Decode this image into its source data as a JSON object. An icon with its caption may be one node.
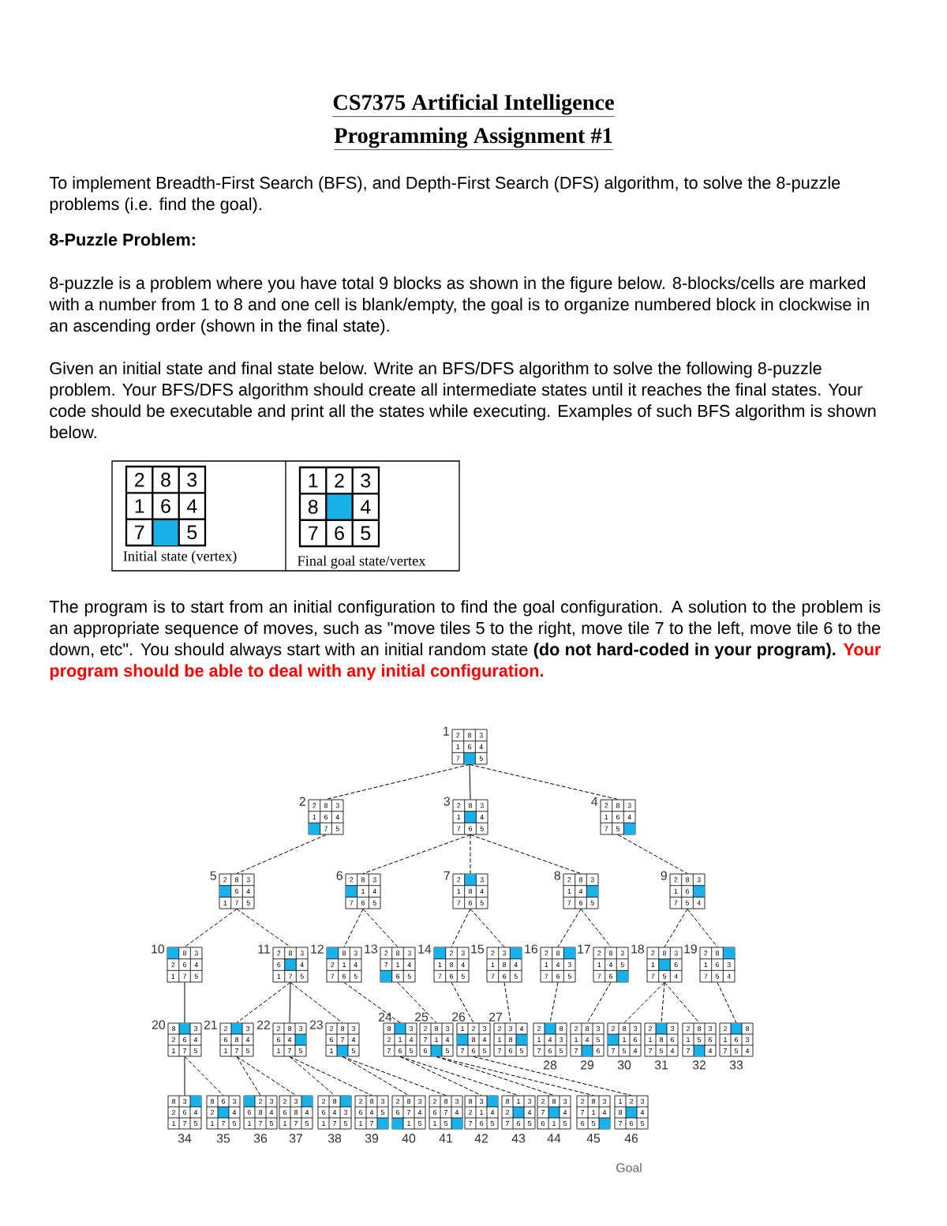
{
  "diagram": {
    "title": "CS7375 Artificial Intelligence",
    "nodes": [
      {
        "text": [
          "2",
          "8",
          "3",
          "1",
          "6",
          "4",
          "7",
          "5"
        ],
        "beside": [
          "Initial state (vertex)"
        ]
      },
      {
        "text": [
          "1",
          "2",
          "3",
          "8",
          "4",
          "7",
          "6",
          "5"
        ],
        "beside": [
          "Final goal state/vertex"
        ]
      },
      {
        "text": [
          "2",
          "8",
          "3",
          "1",
          "6",
          "4",
          "7",
          "5"
        ],
        "beside": [
          "1"
        ]
      },
      {
        "text": [
          "2",
          "8",
          "3",
          "1",
          "6",
          "4",
          "7",
          "5"
        ],
        "beside": [
          "2"
        ]
      },
      {
        "text": [
          "2",
          "8",
          "3",
          "1",
          "4",
          "7",
          "6",
          "5"
        ],
        "beside": [
          "3"
        ]
      },
      {
        "text": [
          "2",
          "8",
          "3",
          "1",
          "6",
          "4",
          "7",
          "5"
        ],
        "beside": [
          "4"
        ]
      },
      {
        "text": [
          "2",
          "8",
          "3",
          "6",
          "4",
          "1",
          "7",
          "5"
        ],
        "beside": [
          "5"
        ]
      },
      {
        "text": [
          "2",
          "8",
          "3",
          "1",
          "4",
          "7",
          "6",
          "5"
        ],
        "beside": [
          "6"
        ]
      },
      {
        "text": [
          "2",
          "3",
          "1",
          "8",
          "4",
          "7",
          "6",
          "5"
        ],
        "beside": [
          "7"
        ]
      },
      {
        "text": [
          "2",
          "8",
          "3",
          "1",
          "4",
          "7",
          "6",
          "5"
        ],
        "beside": [
          "8"
        ]
      },
      {
        "text": [
          "2",
          "8",
          "3",
          "1",
          "6",
          "7",
          "5",
          "4"
        ],
        "beside": [
          "9"
        ]
      },
      {
        "text": [
          "8",
          "3",
          "2",
          "6",
          "4",
          "1",
          "7",
          "5"
        ],
        "beside": [
          "10"
        ]
      },
      {
        "text": [
          "2",
          "8",
          "3",
          "6",
          "4",
          "1",
          "7",
          "5"
        ],
        "beside": [
          "11"
        ]
      },
      {
        "text": [
          "8",
          "3",
          "2",
          "1",
          "4",
          "7",
          "6",
          "5"
        ],
        "beside": [
          "12"
        ]
      },
      {
        "text": [
          "2",
          "8",
          "3",
          "7",
          "1",
          "4",
          "6",
          "5"
        ],
        "beside": [
          "13"
        ]
      },
      {
        "text": [
          "2",
          "3",
          "1",
          "8",
          "4",
          "7",
          "6",
          "5"
        ],
        "beside": [
          "14"
        ]
      },
      {
        "text": [
          "2",
          "3",
          "1",
          "8",
          "4",
          "7",
          "6",
          "5"
        ],
        "beside": [
          "15"
        ]
      },
      {
        "text": [
          "2",
          "8",
          "1",
          "4",
          "3",
          "7",
          "6",
          "5"
        ],
        "beside": [
          "16"
        ]
      },
      {
        "text": [
          "2",
          "8",
          "3",
          "1",
          "4",
          "5",
          "7",
          "6"
        ],
        "beside": [
          "17"
        ]
      },
      {
        "text": [
          "2",
          "8",
          "3",
          "1",
          "6",
          "7",
          "5",
          "4"
        ],
        "beside": [
          "18"
        ]
      },
      {
        "text": [
          "2",
          "8",
          "1",
          "6",
          "3",
          "7",
          "5",
          "4"
        ],
        "beside": [
          "19"
        ]
      },
      {
        "text": [
          "8",
          "3",
          "2",
          "6",
          "4",
          "1",
          "7",
          "5"
        ],
        "beside": [
          "20"
        ]
      },
      {
        "text": [
          "2",
          "3",
          "6",
          "8",
          "4",
          "1",
          "7",
          "5"
        ],
        "beside": [
          "21"
        ]
      },
      {
        "text": [
          "2",
          "8",
          "3",
          "6",
          "4",
          "1",
          "7",
          "5"
        ],
        "beside": [
          "22"
        ]
      },
      {
        "text": [
          "2",
          "8",
          "3",
          "6",
          "7",
          "4",
          "1",
          "5"
        ],
        "beside": [
          "23"
        ]
      },
      {
        "text": [
          "8",
          "3",
          "2",
          "1",
          "4",
          "7",
          "6",
          "5"
        ],
        "beside": [
          "24"
        ]
      },
      {
        "text": [
          "2",
          "8",
          "3",
          "7",
          "1",
          "4",
          "6",
          "5"
        ],
        "beside": [
          "25"
        ]
      },
      {
        "text": [
          "1",
          "2",
          "3",
          "8",
          "4",
          "7",
          "6",
          "5"
        ],
        "beside": [
          "26"
        ]
      },
      {
        "text": [
          "2",
          "3",
          "4",
          "1",
          "8",
          "7",
          "6",
          "5"
        ],
        "beside": [
          "27"
        ]
      },
      {
        "text": [
          "2",
          "8",
          "1",
          "4",
          "3",
          "7",
          "6",
          "5"
        ],
        "beside": [
          "28"
        ]
      },
      {
        "text": [
          "2",
          "8",
          "3",
          "1",
          "4",
          "5",
          "7",
          "6"
        ],
        "beside": [
          "29"
        ]
      },
      {
        "text": [
          "2",
          "8",
          "3",
          "1",
          "6",
          "7",
          "5",
          "4"
        ],
        "beside": [
          "30"
        ]
      },
      {
        "text": [
          "2",
          "3",
          "1",
          "8",
          "6",
          "7",
          "5",
          "4"
        ],
        "beside": [
          "31"
        ]
      },
      {
        "text": [
          "2",
          "8",
          "3",
          "1",
          "5",
          "6",
          "7",
          "4"
        ],
        "beside": [
          "32"
        ]
      },
      {
        "text": [
          "2",
          "8",
          "1",
          "6",
          "3",
          "7",
          "5",
          "4"
        ],
        "beside": [
          "33"
        ]
      },
      {
        "text": [
          "8",
          "3",
          "2",
          "6",
          "4",
          "1",
          "7",
          "5"
        ],
        "beside": [
          "34"
        ]
      },
      {
        "text": [
          "8",
          "6",
          "3",
          "2",
          "4",
          "1",
          "7",
          "5"
        ],
        "beside": [
          "35"
        ]
      },
      {
        "text": [
          "2",
          "3",
          "6",
          "8",
          "4",
          "1",
          "7",
          "5"
        ],
        "beside": [
          "36"
        ]
      },
      {
        "text": [
          "2",
          "3",
          "6",
          "8",
          "4",
          "1",
          "7",
          "5"
        ],
        "beside": [
          "37"
        ]
      },
      {
        "text": [
          "2",
          "8",
          "6",
          "4",
          "3",
          "1",
          "7",
          "5"
        ],
        "beside": [
          "38"
        ]
      },
      {
        "text": [
          "2",
          "8",
          "3",
          "6",
          "4",
          "5",
          "1",
          "7"
        ],
        "beside": [
          "39"
        ]
      },
      {
        "text": [
          "2",
          "8",
          "3",
          "6",
          "7",
          "4",
          "1",
          "5"
        ],
        "beside": [
          "40"
        ]
      },
      {
        "text": [
          "2",
          "8",
          "3",
          "6",
          "7",
          "4",
          "1",
          "5"
        ],
        "beside": [
          "41"
        ]
      },
      {
        "text": [
          "8",
          "3",
          "2",
          "1",
          "4",
          "7",
          "6",
          "5"
        ],
        "beside": [
          "42"
        ]
      },
      {
        "text": [
          "8",
          "1",
          "3",
          "2",
          "4",
          "7",
          "6",
          "5"
        ],
        "beside": [
          "43"
        ]
      },
      {
        "text": [
          "2",
          "8",
          "3",
          "7",
          "4",
          "6",
          "1",
          "5"
        ],
        "beside": [
          "44"
        ]
      },
      {
        "text": [
          "2",
          "8",
          "3",
          "7",
          "1",
          "4",
          "6",
          "5"
        ],
        "beside": [
          "45"
        ]
      },
      {
        "text": [
          "1",
          "2",
          "3",
          "8",
          "4",
          "7",
          "6",
          "5"
        ],
        "beside": [
          "46",
          "Goal"
        ]
      }
    ],
    "edges": [
      {
        "from": 2,
        "to": 3,
        "arrow": "none",
        "style": "dashed"
      },
      {
        "from": 2,
        "to": 4,
        "arrow": "none"
      },
      {
        "from": 2,
        "to": 5,
        "arrow": "none",
        "style": "dashed"
      },
      {
        "from": 3,
        "to": 6,
        "arrow": "none",
        "style": "dashed"
      },
      {
        "from": 4,
        "to": 7,
        "arrow": "none",
        "style": "dashed"
      },
      {
        "from": 4,
        "to": 8,
        "arrow": "none",
        "style": "dashed"
      },
      {
        "from": 4,
        "to": 9,
        "arrow": "none",
        "style": "dashed"
      },
      {
        "from": 5,
        "to": 10,
        "arrow": "none",
        "style": "dashed"
      },
      {
        "from": 6,
        "to": 11,
        "arrow": "none",
        "style": "dashed"
      },
      {
        "from": 6,
        "to": 12,
        "arrow": "none",
        "style": "dashed"
      },
      {
        "from": 7,
        "to": 13,
        "arrow": "none",
        "style": "dashed"
      },
      {
        "from": 7,
        "to": 14,
        "arrow": "none",
        "style": "dashed"
      },
      {
        "from": 8,
        "to": 15,
        "arrow": "none",
        "style": "dashed"
      },
      {
        "from": 8,
        "to": 16,
        "arrow": "none",
        "style": "dashed"
      },
      {
        "from": 9,
        "to": 17,
        "arrow": "none",
        "style": "dashed"
      },
      {
        "from": 9,
        "to": 18,
        "arrow": "none",
        "style": "dashed"
      },
      {
        "from": 10,
        "to": 19,
        "arrow": "none",
        "style": "dashed"
      },
      {
        "from": 10,
        "to": 20,
        "arrow": "none",
        "style": "dashed"
      },
      {
        "from": 11,
        "to": 21,
        "arrow": "none"
      },
      {
        "from": 12,
        "to": 22,
        "arrow": "none",
        "style": "dashed"
      },
      {
        "from": 12,
        "to": 23,
        "arrow": "none"
      },
      {
        "from": 12,
        "to": 24,
        "arrow": "none",
        "style": "dashed"
      },
      {
        "from": 13,
        "to": 25,
        "arrow": "none",
        "style": "dashed"
      },
      {
        "from": 14,
        "to": 26,
        "arrow": "none",
        "style": "dashed"
      },
      {
        "from": 15,
        "to": 27,
        "arrow": "none",
        "style": "dashed"
      },
      {
        "from": 16,
        "to": 28,
        "arrow": "none",
        "style": "dashed"
      },
      {
        "from": 17,
        "to": 29,
        "arrow": "none",
        "style": "dashed"
      },
      {
        "from": 18,
        "to": 30,
        "arrow": "none",
        "style": "dashed"
      },
      {
        "from": 19,
        "to": 31,
        "arrow": "none",
        "style": "dashed"
      },
      {
        "from": 19,
        "to": 32,
        "arrow": "none",
        "style": "dashed"
      },
      {
        "from": 19,
        "to": 33,
        "arrow": "none",
        "style": "dashed"
      },
      {
        "from": 20,
        "to": 34,
        "arrow": "none",
        "style": "dashed"
      },
      {
        "from": 21,
        "to": 35,
        "arrow": "none"
      },
      {
        "from": 21,
        "to": 36,
        "arrow": "none",
        "style": "dashed"
      },
      {
        "from": 22,
        "to": 37,
        "arrow": "none",
        "style": "dashed"
      },
      {
        "from": 22,
        "to": 38,
        "arrow": "none",
        "style": "dashed"
      },
      {
        "from": 23,
        "to": 39,
        "arrow": "none",
        "style": "dashed"
      },
      {
        "from": 23,
        "to": 40,
        "arrow": "none",
        "style": "dashed"
      },
      {
        "from": 24,
        "to": 41,
        "arrow": "none",
        "style": "dashed"
      },
      {
        "from": 24,
        "to": 42,
        "arrow": "none",
        "style": "dashed"
      },
      {
        "from": 25,
        "to": 43,
        "arrow": "none",
        "style": "dashed"
      },
      {
        "from": 25,
        "to": 44,
        "arrow": "none",
        "style": "dashed"
      },
      {
        "from": 26,
        "to": 45,
        "arrow": "none",
        "style": "dashed"
      },
      {
        "from": 26,
        "to": 46,
        "arrow": "none",
        "style": "dashed"
      },
      {
        "from": 27,
        "to": 47,
        "arrow": "none",
        "style": "dashed"
      }
    ],
    "labels": [
      "Programming Assignment #1",
      "To implement Breadth-First Search (BFS), and Depth-First Search (DFS) algorithm, to solve the 8-puzzle problems (i.e. find the goal).",
      "8-Puzzle Problem:",
      "8-puzzle is a problem where you have total 9 blocks as shown in the figure below. 8-blocks/cells are marked with a number from 1 to 8 and one cell is blank/empty, the goal is to organize numbered block in clockwise in an ascending order (shown in the final state).",
      "Given an initial state and final state below. Write an BFS/DFS algorithm to solve the following 8-puzzle problem. Your BFS/DFS algorithm should create all intermediate states until it reaches the final states. Your code should be executable and print all the states while executing. Examples of such BFS algorithm is shown below.",
      "The program is to start from an initial configuration to find the goal configuration. A solution to the problem is an appropriate sequence of moves, such as \"move tiles 5 to the right, move tile 7 to the left, move tile 6 to the down, etc\". You should always start with an initial random state **(do not hard-coded in your program).**",
      "Your program should be able to deal with any initial configuration."
    ]
  }
}
